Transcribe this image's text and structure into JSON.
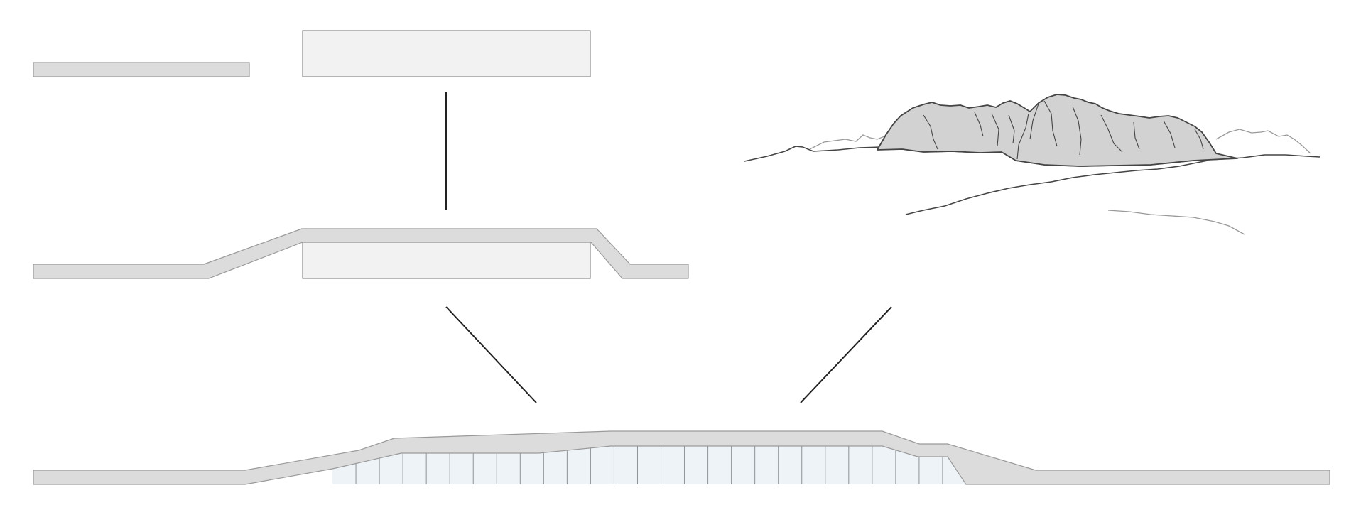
{
  "diagram": {
    "type": "architectural-concept-section",
    "colors": {
      "background": "#ffffff",
      "roof_fill": "#dcdcdc",
      "roof_stroke": "#9a9a9a",
      "box_fill": "#f2f2f2",
      "box_stroke": "#8a8a8a",
      "glass_fill": "#eef3f8",
      "glass_mullion": "#8c9296",
      "connector": "#222222",
      "mountain_fill": "#d2d2d2",
      "mountain_stroke": "#444444",
      "background_ridge": "#999999",
      "ground_line": "#444444",
      "faint_line": "#999999"
    },
    "elements": [
      "flat-roof-slab",
      "building-volume",
      "folded-roof-over-volume",
      "mountain-landscape",
      "final-building-section"
    ],
    "connectors": [
      "volume-to-folded-roof",
      "folded-roof-to-final-section",
      "mountain-to-final-section"
    ],
    "final_section": {
      "glass_panels": 27
    }
  }
}
